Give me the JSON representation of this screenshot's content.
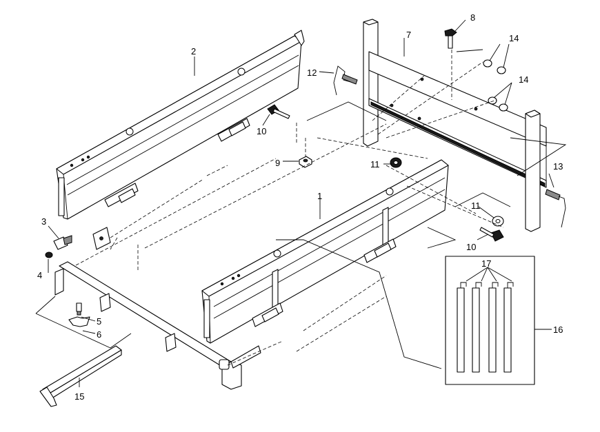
{
  "callouts": {
    "c1": "1",
    "c2": "2",
    "c3": "3",
    "c4": "4",
    "c5": "5",
    "c6": "6",
    "c7": "7",
    "c8": "8",
    "c9": "9",
    "c10a": "10",
    "c10b": "10",
    "c11a": "11",
    "c11b": "11",
    "c12": "12",
    "c13": "13",
    "c14a": "14",
    "c14b": "14",
    "c15": "15",
    "c16": "16",
    "c17": "17"
  }
}
